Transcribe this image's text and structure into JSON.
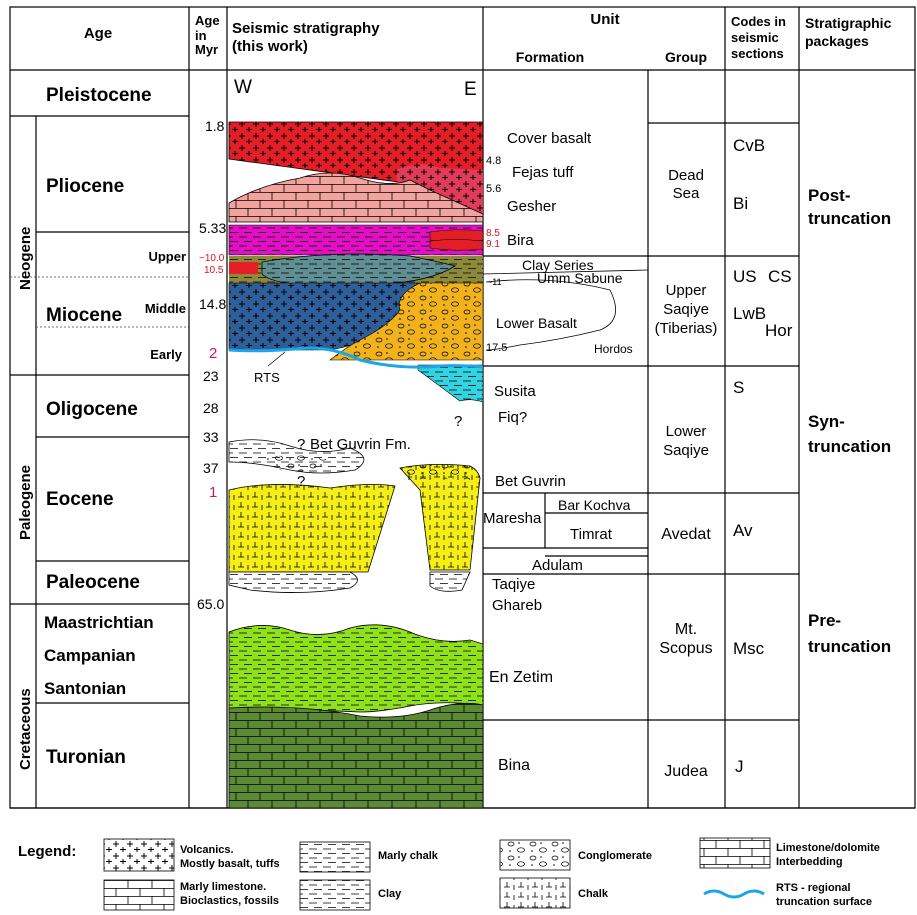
{
  "header": {
    "age": "Age",
    "age_myr": [
      "Age",
      "in",
      "Myr"
    ],
    "seismic": [
      "Seismic stratigraphy",
      "(this work)"
    ],
    "unit": "Unit",
    "formation": "Formation",
    "group": "Group",
    "codes": [
      "Codes in",
      "seismic",
      "sections"
    ],
    "packages": [
      "Stratigraphic",
      "packages"
    ]
  },
  "eras": {
    "neogene": "Neogene",
    "paleogene": "Paleogene",
    "cretaceous": "Cretaceous"
  },
  "epochs": {
    "pleistocene": "Pleistocene",
    "pliocene": "Pliocene",
    "miocene": "Miocene",
    "upper": "Upper",
    "middle": "Middle",
    "early": "Early",
    "oligocene": "Oligocene",
    "eocene": "Eocene",
    "paleocene": "Paleocene",
    "maastrichtian": "Maastrichtian",
    "campanian": "Campanian",
    "santonian": "Santonian",
    "turonian": "Turonian"
  },
  "ages": {
    "a1_8": "1.8",
    "a5_33": "5.33",
    "a10": "~10.0",
    "a10_5": "10.5",
    "a14_8": "14.8",
    "a2": "2",
    "a23": "23",
    "a28": "28",
    "a33": "33",
    "a37": "37",
    "a1": "1",
    "a65": "65.0"
  },
  "seismic": {
    "west": "W",
    "east": "E",
    "rts": "RTS",
    "q1": "?",
    "q2": "?",
    "q3": "?",
    "bet_guvrin": "Bet Guvrin Fm."
  },
  "formations": {
    "cover_basalt": "Cover basalt",
    "n4_8": "4.8",
    "fejas": "Fejas tuff",
    "n5_6": "5.6",
    "gesher": "Gesher",
    "n8_5": "8.5",
    "n9_1": "9.1",
    "bira": "Bira",
    "clay_series": "Clay Series",
    "n11": "~11",
    "umm_sabune": "Umm Sabune",
    "lower_basalt": "Lower Basalt",
    "n17_5": "17.5",
    "hordos": "Hordos",
    "susita": "Susita",
    "fiq": "Fiq?",
    "bet_guvrin": "Bet Guvrin",
    "maresha": "Maresha",
    "bar_kochva": "Bar Kochva",
    "timrat": "Timrat",
    "adulam": "Adulam",
    "taqiye": "Taqiye",
    "ghareb": "Ghareb",
    "en_zetim": "En Zetim",
    "bina": "Bina"
  },
  "groups": {
    "dead_sea": [
      "Dead",
      "Sea"
    ],
    "upper_saqiye": [
      "Upper",
      "Saqiye",
      "(Tiberias)"
    ],
    "lower_saqiye": [
      "Lower",
      "Saqiye"
    ],
    "avedat": "Avedat",
    "mt_scopus": [
      "Mt.",
      "Scopus"
    ],
    "judea": "Judea"
  },
  "codes": {
    "cvb": "CvB",
    "bi": "Bi",
    "us": "US",
    "cs": "CS",
    "lwb": "LwB",
    "hor": "Hor",
    "s": "S",
    "av": "Av",
    "msc": "Msc",
    "j": "J"
  },
  "packages": {
    "post": [
      "Post-",
      "truncation"
    ],
    "syn": [
      "Syn-",
      "truncation"
    ],
    "pre": [
      "Pre-",
      "truncation"
    ]
  },
  "legend": {
    "title": "Legend:",
    "volcanics": [
      "Volcanics.",
      "Mostly basalt, tuffs"
    ],
    "marly_chalk": "Marly chalk",
    "conglomerate": "Conglomerate",
    "limestone": [
      "Limestone/dolomite",
      "Interbedding"
    ],
    "marly_limestone": [
      "Marly limestone.",
      "Bioclastics, fossils"
    ],
    "clay": "Clay",
    "chalk": "Chalk",
    "rts": [
      "RTS - regional",
      "truncation surface"
    ]
  },
  "colors": {
    "volcanic_red": "#e41e26",
    "marly_pink": "#f2a39d",
    "magenta": "#e30fc4",
    "olive": "#8c8a3a",
    "clay_blue": "#5f8e93",
    "basalt_blue": "#2f5f9a",
    "conglomerate_orange": "#f2b21b",
    "cyan": "#33d3e2",
    "chalk_yellow": "#f6ef16",
    "marly_green": "#8fe11b",
    "limestone_green": "#5c8a34",
    "rts_blue": "#1aa6e8"
  }
}
